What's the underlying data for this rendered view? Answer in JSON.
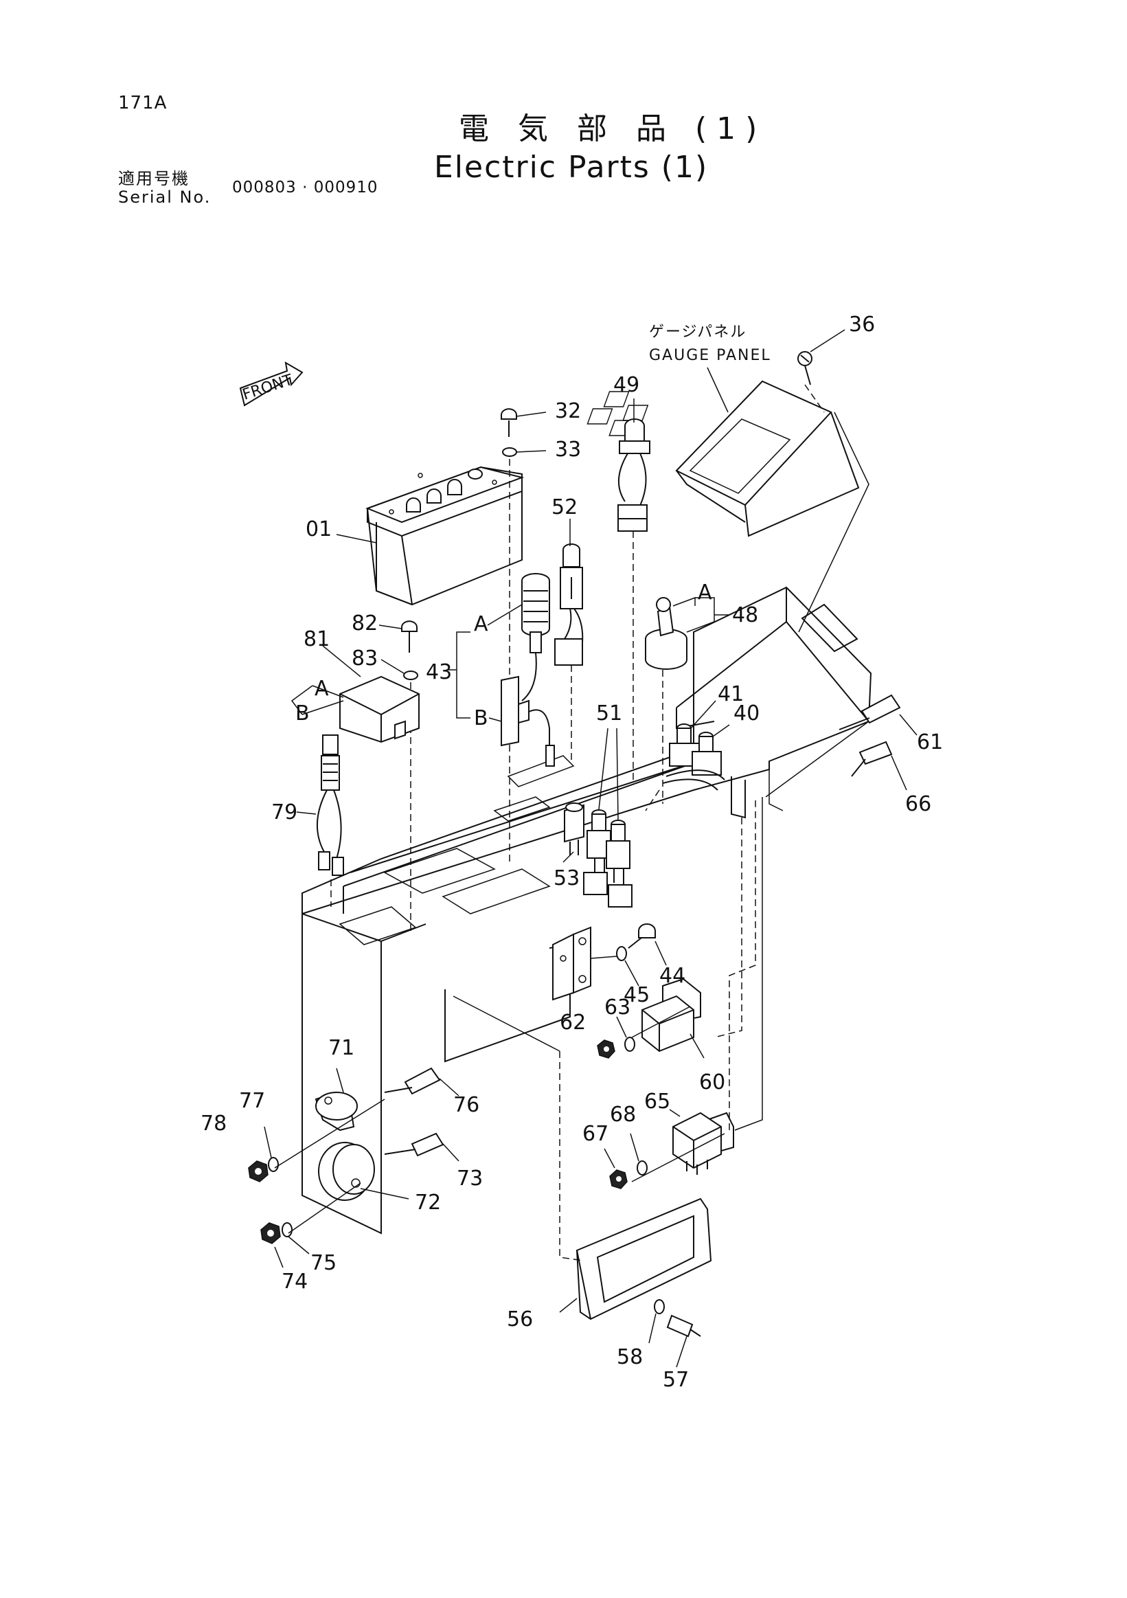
{
  "header": {
    "page_number": "171A",
    "title_ja": "電 気 部 品 (1)",
    "title_en": "Electric Parts (1)",
    "serial_label_ja": "適用号機",
    "serial_label_en": "Serial No.",
    "serial_range": "000803 · 000910"
  },
  "labels": {
    "front": "FRONT",
    "gauge_panel_ja": "ゲージパネル",
    "gauge_panel_en": "GAUGE PANEL",
    "ref_a": "A",
    "ref_b": "B"
  },
  "callouts": {
    "p01": "01",
    "p32": "32",
    "p33": "33",
    "p36": "36",
    "p40": "40",
    "p41": "41",
    "p43": "43",
    "p44": "44",
    "p45": "45",
    "p48": "48",
    "p49": "49",
    "p51": "51",
    "p52": "52",
    "p53": "53",
    "p56": "56",
    "p57": "57",
    "p58": "58",
    "p60": "60",
    "p61": "61",
    "p62": "62",
    "p63": "63",
    "p65": "65",
    "p66": "66",
    "p67": "67",
    "p68": "68",
    "p71": "71",
    "p72": "72",
    "p73": "73",
    "p74": "74",
    "p75": "75",
    "p76": "76",
    "p77": "77",
    "p78": "78",
    "p79": "79",
    "p81": "81",
    "p82": "82",
    "p83": "83"
  }
}
